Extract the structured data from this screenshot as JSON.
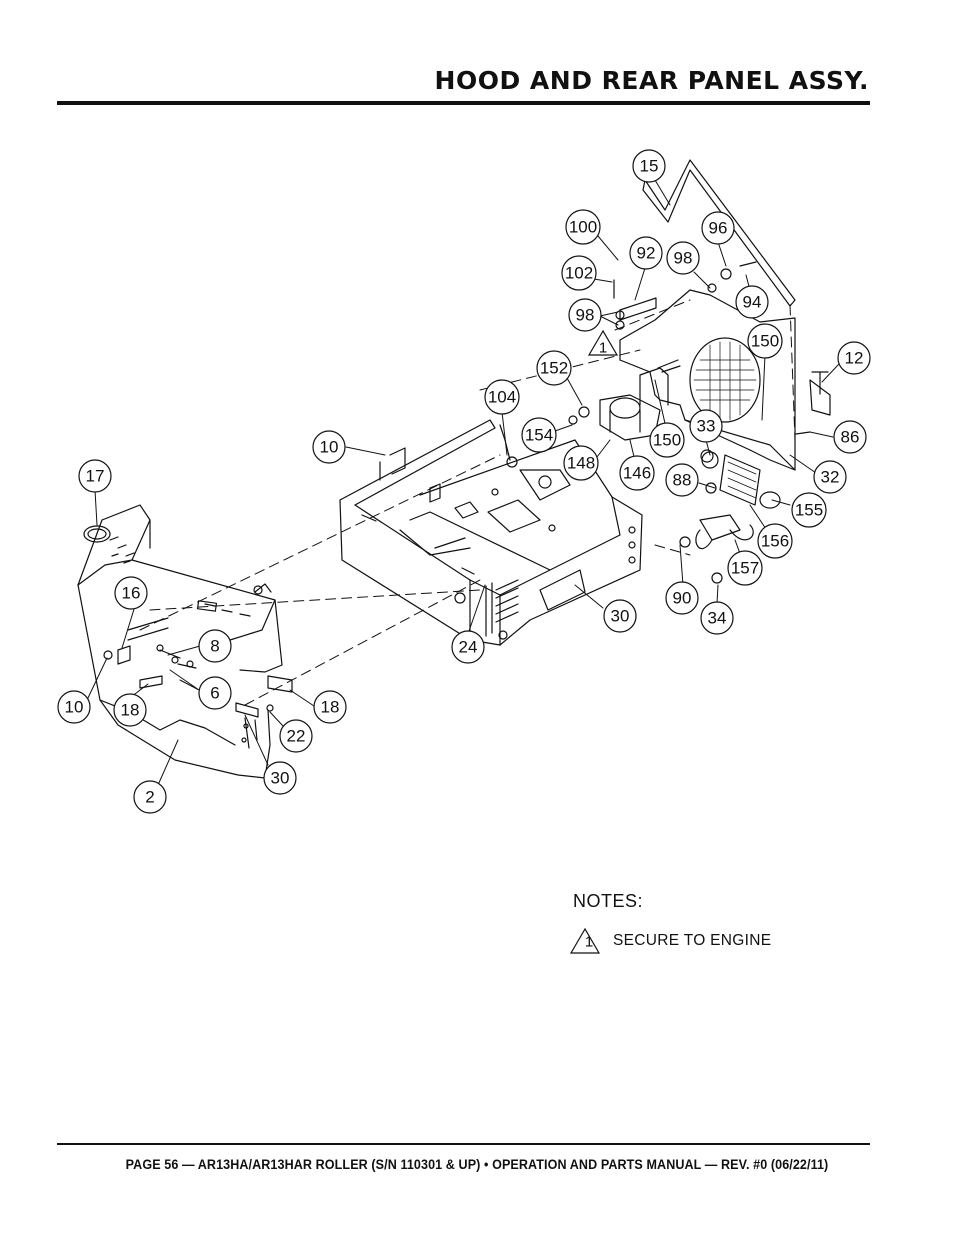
{
  "header": {
    "title": "HOOD AND REAR PANEL ASSY."
  },
  "callouts": [
    {
      "label": "15"
    },
    {
      "label": "100"
    },
    {
      "label": "96"
    },
    {
      "label": "92"
    },
    {
      "label": "98"
    },
    {
      "label": "102"
    },
    {
      "label": "94"
    },
    {
      "label": "98"
    },
    {
      "label": "150"
    },
    {
      "label": "12"
    },
    {
      "label": "152"
    },
    {
      "label": "104"
    },
    {
      "label": "154"
    },
    {
      "label": "10"
    },
    {
      "label": "150"
    },
    {
      "label": "33"
    },
    {
      "label": "86"
    },
    {
      "label": "148"
    },
    {
      "label": "146"
    },
    {
      "label": "88"
    },
    {
      "label": "32"
    },
    {
      "label": "17"
    },
    {
      "label": "155"
    },
    {
      "label": "156"
    },
    {
      "label": "157"
    },
    {
      "label": "16"
    },
    {
      "label": "8"
    },
    {
      "label": "90"
    },
    {
      "label": "30"
    },
    {
      "label": "34"
    },
    {
      "label": "24"
    },
    {
      "label": "6"
    },
    {
      "label": "10"
    },
    {
      "label": "18"
    },
    {
      "label": "18"
    },
    {
      "label": "22"
    },
    {
      "label": "30"
    },
    {
      "label": "2"
    }
  ],
  "diagram_flags": [
    {
      "label": "1"
    }
  ],
  "notes": {
    "heading": "NOTES:",
    "items": [
      {
        "flag": "1",
        "text": "SECURE TO ENGINE"
      }
    ]
  },
  "footer": {
    "text": "PAGE 56 — AR13HA/AR13HAR ROLLER (S/N 110301 & UP) • OPERATION AND PARTS MANUAL — REV. #0 (06/22/11)"
  }
}
